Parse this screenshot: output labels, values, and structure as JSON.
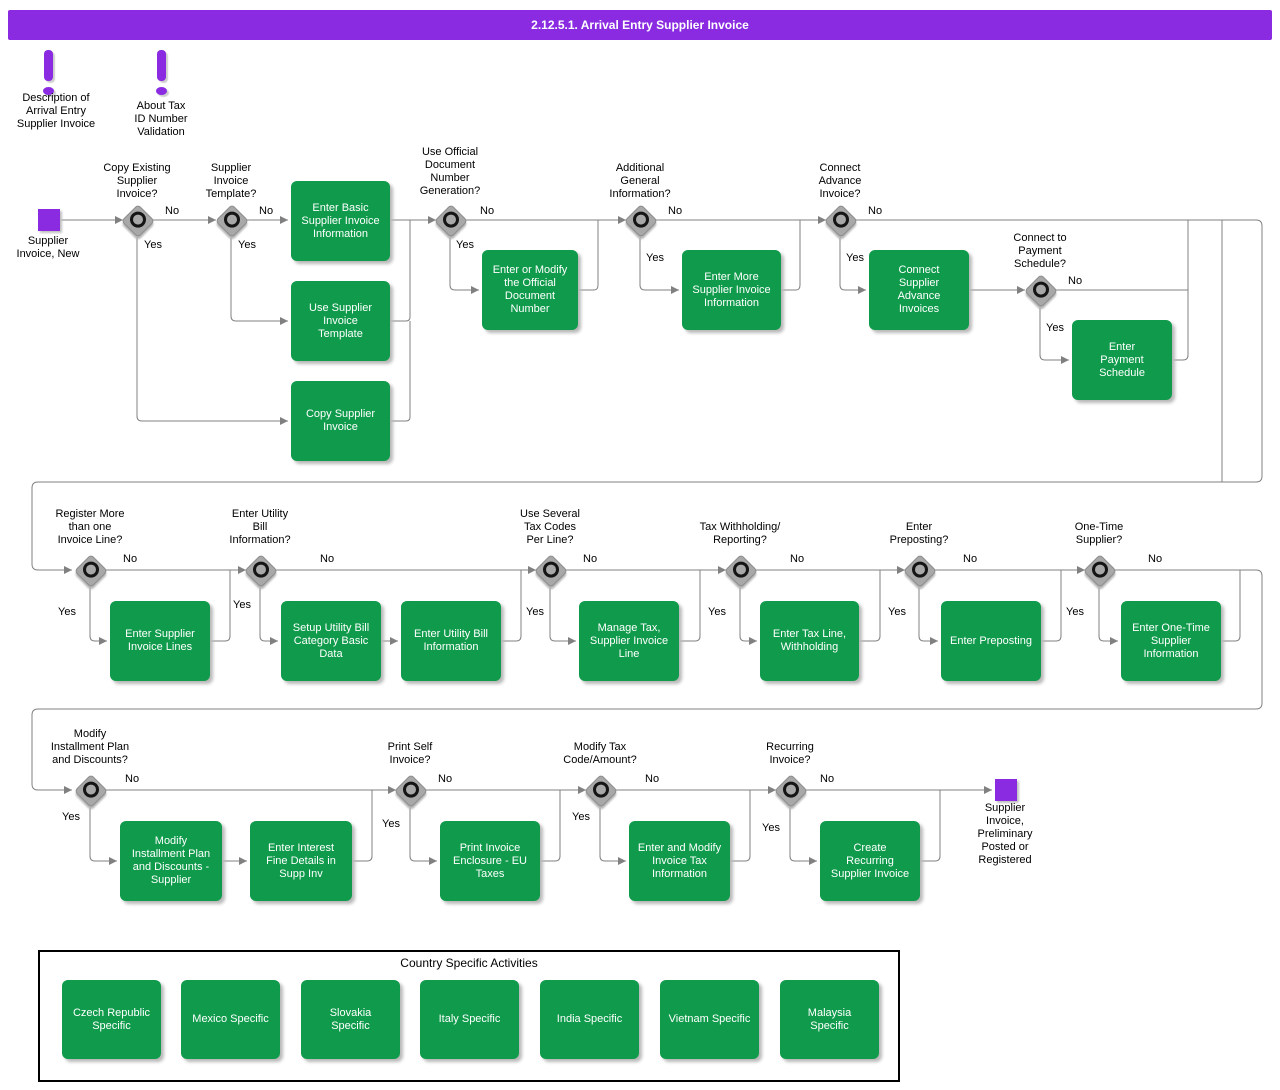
{
  "title": "2.12.5.1. Arrival Entry Supplier Invoice",
  "labels": {
    "yes": "Yes",
    "no": "No"
  },
  "notices": {
    "description": "Description of\nArrival Entry\nSupplier Invoice",
    "tax_id": "About Tax\nID Number\nValidation"
  },
  "start_label": "Supplier\nInvoice, New",
  "end_label": "Supplier\nInvoice,\nPreliminary\nPosted or\nRegistered",
  "decisions": {
    "copy_existing": "Copy Existing\nSupplier\nInvoice?",
    "template": "Supplier\nInvoice\nTemplate?",
    "official_number": "Use Official\nDocument\nNumber\nGeneration?",
    "additional_info": "Additional\nGeneral\nInformation?",
    "advance": "Connect\nAdvance\nInvoice?",
    "payment_schedule": "Connect to\nPayment\nSchedule?",
    "more_lines": "Register More\nthan one\nInvoice Line?",
    "utility": "Enter Utility\nBill\nInformation?",
    "tax_codes": "Use Several\nTax Codes\nPer Line?",
    "withholding": "Tax Withholding/\nReporting?",
    "preposting": "Enter\nPreposting?",
    "one_time": "One-Time\nSupplier?",
    "installment": "Modify\nInstallment Plan\nand Discounts?",
    "self_invoice": "Print Self\nInvoice?",
    "tax_amount": "Modify Tax\nCode/Amount?",
    "recurring": "Recurring\nInvoice?"
  },
  "tasks": {
    "enter_basic": "Enter Basic\nSupplier Invoice\nInformation",
    "use_template": "Use Supplier\nInvoice\nTemplate",
    "copy_invoice": "Copy Supplier\nInvoice",
    "official_number": "Enter or Modify\nthe Official\nDocument\nNumber",
    "more_info": "Enter More\nSupplier Invoice\nInformation",
    "advance": "Connect\nSupplier\nAdvance\nInvoices",
    "payment_schedule": "Enter\nPayment\nSchedule",
    "invoice_lines": "Enter Supplier\nInvoice Lines",
    "utility_setup": "Setup Utility Bill\nCategory Basic\nData",
    "utility_info": "Enter Utility Bill\nInformation",
    "manage_tax": "Manage Tax,\nSupplier Invoice\nLine",
    "tax_line": "Enter Tax Line,\nWithholding",
    "preposting": "Enter Preposting",
    "one_time": "Enter One-Time\nSupplier\nInformation",
    "installment": "Modify\nInstallment Plan\nand Discounts -\nSupplier",
    "interest": "Enter Interest\nFine Details in\nSupp Inv",
    "print_eu": "Print Invoice\nEnclosure - EU\nTaxes",
    "tax_info": "Enter and Modify\nInvoice Tax\nInformation",
    "recurring": "Create\nRecurring\nSupplier Invoice"
  },
  "country": {
    "title": "Country Specific Activities",
    "items": [
      "Czech Republic\nSpecific",
      "Mexico Specific",
      "Slovakia\nSpecific",
      "Italy Specific",
      "India Specific",
      "Vietnam Specific",
      "Malaysia\nSpecific"
    ]
  },
  "colors": {
    "accent_purple": "#8a2be2",
    "task_green": "#0f9b4b",
    "wire_gray": "#808080"
  }
}
